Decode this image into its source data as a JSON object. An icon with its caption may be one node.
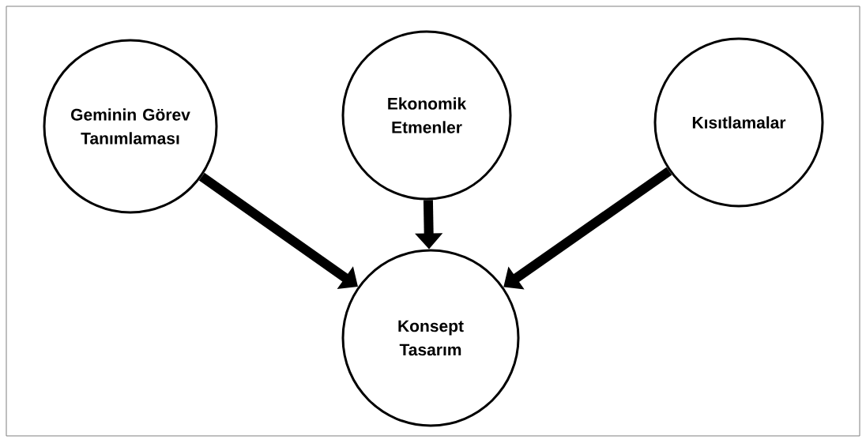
{
  "diagram": {
    "nodes": [
      {
        "text": [
          "Geminin Görev Tanımlaması"
        ]
      },
      {
        "text": [
          "Ekonomik Etmenler"
        ]
      },
      {
        "text": [
          "Kısıtlamalar"
        ]
      },
      {
        "text": [
          "Konsept Tasarım"
        ]
      }
    ],
    "edges": [
      {
        "from": 0,
        "to": 3,
        "arrow": "to"
      },
      {
        "from": 1,
        "to": 3,
        "arrow": "to"
      },
      {
        "from": 2,
        "to": 3,
        "arrow": "to"
      }
    ]
  }
}
